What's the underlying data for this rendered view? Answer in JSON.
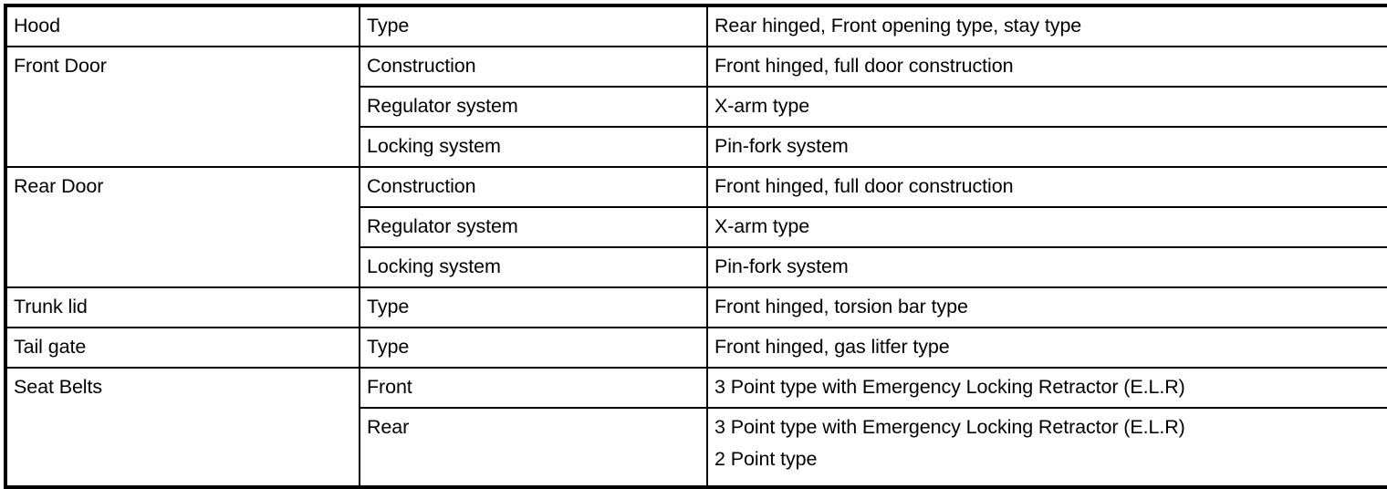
{
  "document": {
    "type": "specification-table",
    "column_count": 3,
    "row_count": 11
  },
  "table": {
    "rows": [
      {
        "group": "Hood",
        "group_rowspan": 1,
        "item": "Type",
        "detail": "Rear hinged, Front opening type, stay type"
      },
      {
        "group": "Front Door",
        "group_rowspan": 3,
        "item": "Construction",
        "detail": "Front hinged, full door construction"
      },
      {
        "group": null,
        "item": "Regulator system",
        "detail": "X-arm type"
      },
      {
        "group": null,
        "item": "Locking system",
        "detail": "Pin-fork system"
      },
      {
        "group": "Rear Door",
        "group_rowspan": 3,
        "item": "Construction",
        "detail": "Front hinged, full door construction"
      },
      {
        "group": null,
        "item": "Regulator system",
        "detail": "X-arm type"
      },
      {
        "group": null,
        "item": "Locking system",
        "detail": "Pin-fork system"
      },
      {
        "group": "Trunk lid",
        "group_rowspan": 1,
        "item": "Type",
        "detail": "Front hinged, torsion bar type"
      },
      {
        "group": "Tail gate",
        "group_rowspan": 1,
        "item": "Type",
        "detail": "Front hinged, gas litfer type"
      },
      {
        "group": "Seat Belts",
        "group_rowspan": 2,
        "item": "Front",
        "detail": "3 Point type with Emergency Locking Retractor (E.L.R)"
      },
      {
        "group": null,
        "item": "Rear",
        "detail": "3 Point type with Emergency Locking Retractor (E.L.R)\n2 Point type"
      }
    ]
  },
  "style": {
    "text_color": "#000000",
    "background_color": "#ffffff",
    "border_color": "#000000"
  }
}
